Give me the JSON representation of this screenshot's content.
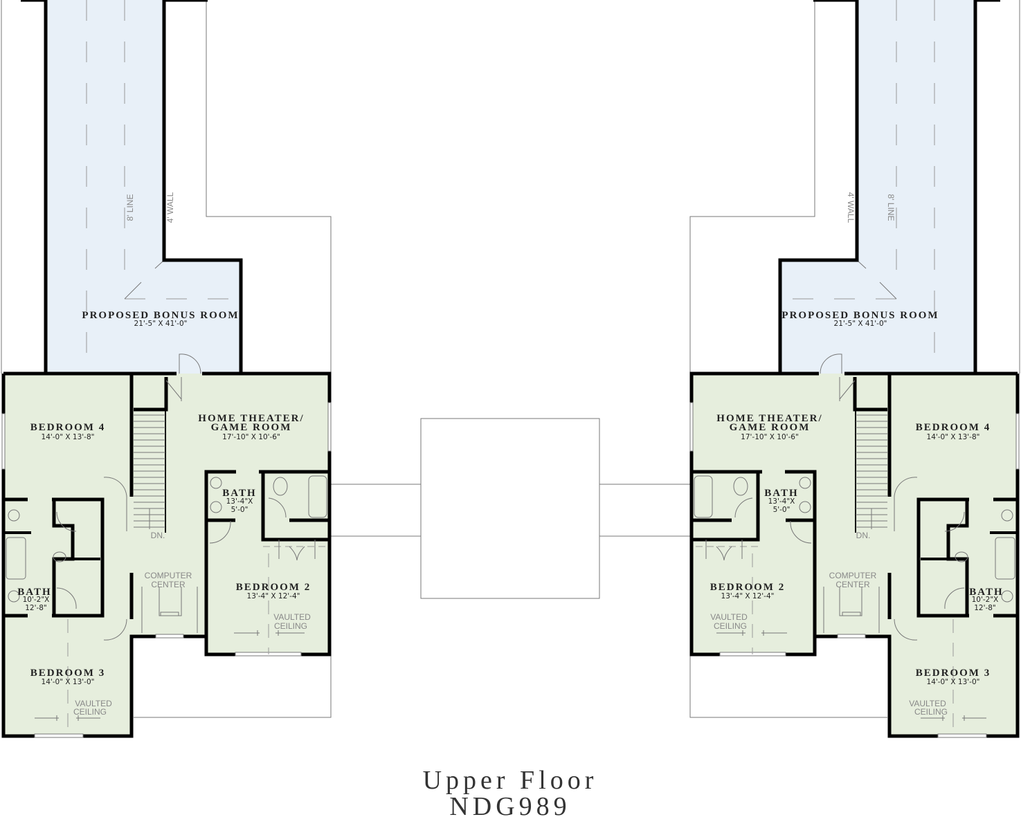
{
  "plan": {
    "title": "Upper Floor",
    "plan_number": "NDG989",
    "colors": {
      "bonus_fill": "#e8f0f8",
      "room_fill": "#e6eedd",
      "wall": "#000000"
    }
  },
  "left_unit": {
    "bonus_room": {
      "name": "PROPOSED BONUS ROOM",
      "size": "21'-5\" X 41'-0\"",
      "line_note": "8' LINE",
      "wall_note": "4' WALL"
    },
    "bedroom4": {
      "name": "BEDROOM 4",
      "size": "14'-0\" X 13'-8\""
    },
    "theater": {
      "name1": "HOME THEATER/",
      "name2": "GAME ROOM",
      "size": "17'-10\" X 10'-6\""
    },
    "bath_hall": {
      "name": "BATH",
      "size1": "13'-4\"X",
      "size2": "5'-0\""
    },
    "bath_side": {
      "name": "BATH",
      "size1": "10'-2\"X",
      "size2": "12'-8\""
    },
    "bedroom2": {
      "name": "BEDROOM 2",
      "size": "13'-4\" X 12'-4\"",
      "note1": "VAULTED",
      "note2": "CEILING"
    },
    "computer": {
      "line1": "COMPUTER",
      "line2": "CENTER"
    },
    "stair": {
      "label": "DN."
    },
    "bedroom3": {
      "name": "BEDROOM 3",
      "size": "14'-0\" X 13'-0\"",
      "note1": "VAULTED",
      "note2": "CEILING"
    }
  },
  "right_unit": {
    "bonus_room": {
      "name": "PROPOSED BONUS ROOM",
      "size": "21'-5\" X 41'-0\"",
      "line_note": "8' LINE",
      "wall_note": "4' WALL"
    },
    "bedroom4": {
      "name": "BEDROOM 4",
      "size": "14'-0\" X 13'-8\""
    },
    "theater": {
      "name1": "HOME THEATER/",
      "name2": "GAME ROOM",
      "size": "17'-10\" X 10'-6\""
    },
    "bath_hall": {
      "name": "BATH",
      "size1": "13'-4\"X",
      "size2": "5'-0\""
    },
    "bath_side": {
      "name": "BATH",
      "size1": "10'-2\"X",
      "size2": "12'-8\""
    },
    "bedroom2": {
      "name": "BEDROOM 2",
      "size": "13'-4\" X 12'-4\"",
      "note1": "VAULTED",
      "note2": "CEILING"
    },
    "computer": {
      "line1": "COMPUTER",
      "line2": "CENTER"
    },
    "stair": {
      "label": "DN."
    },
    "bedroom3": {
      "name": "BEDROOM 3",
      "size": "14'-0\" X 13'-0\"",
      "note1": "VAULTED",
      "note2": "CEILING"
    }
  }
}
